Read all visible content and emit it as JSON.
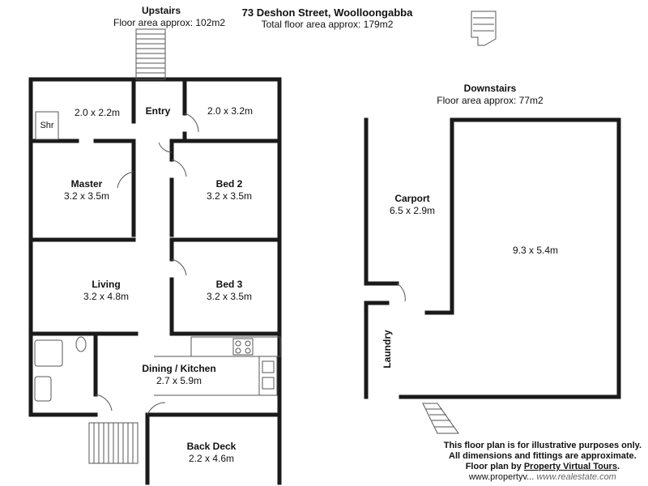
{
  "title": {
    "address": "73 Deshon Street, Woolloongabba",
    "total": "Total floor area approx: 179m2"
  },
  "upstairs": {
    "heading": "Upstairs",
    "area": "Floor area approx: 102m2",
    "rooms": {
      "room_a": {
        "name": "",
        "size": "2.0 x 2.2m"
      },
      "shower": {
        "name": "Shr"
      },
      "entry": {
        "name": "Entry"
      },
      "room_b": {
        "name": "",
        "size": "2.0 x 3.2m"
      },
      "master": {
        "name": "Master",
        "size": "3.2 x 3.5m"
      },
      "bed2": {
        "name": "Bed 2",
        "size": "3.2 x 3.5m"
      },
      "living": {
        "name": "Living",
        "size": "3.2 x 4.8m"
      },
      "bed3": {
        "name": "Bed 3",
        "size": "3.2 x 3.5m"
      },
      "dining": {
        "name": "Dining / Kitchen",
        "size": "2.7 x 5.9m"
      },
      "deck": {
        "name": "Back Deck",
        "size": "2.2 x 4.6m"
      }
    }
  },
  "downstairs": {
    "heading": "Downstairs",
    "area": "Floor area approx: 77m2",
    "rooms": {
      "carport": {
        "name": "Carport",
        "size": "6.5 x 2.9m"
      },
      "main": {
        "name": "",
        "size": "9.3 x 5.4m"
      },
      "laundry": {
        "name": "Laundry"
      }
    }
  },
  "disclaimer": {
    "line1": "This floor plan is for illustrative purposes only.",
    "line2": "All dimensions and fittings are approximate.",
    "line3_prefix": "Floor plan by ",
    "line3_link": "Property Virtual Tours",
    "line3_suffix": ".",
    "line4": "www.propertyv..."
  },
  "watermark": "www.realestate.com",
  "colors": {
    "wall": "#1a1a1a",
    "line": "#555555"
  }
}
